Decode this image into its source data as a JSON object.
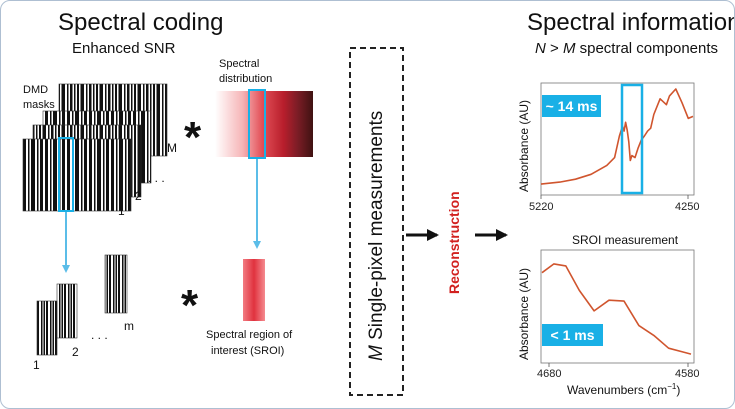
{
  "left": {
    "title": "Spectral coding",
    "subtitle": "Enhanced SNR",
    "dmd_label_line1": "DMD",
    "dmd_label_line2": "masks",
    "mask_index_1": "1",
    "mask_index_2": "2",
    "mask_index_M": "M",
    "sub_index_1": "1",
    "sub_index_2": "2",
    "sub_index_m": "m",
    "dots": ". . .",
    "spectral_dist_line1": "Spectral",
    "spectral_dist_line2": "distribution",
    "sroi_line1": "Spectral region of",
    "sroi_line2": "interest (SROI)",
    "operator": "*"
  },
  "middle": {
    "measure_var": "M",
    "measure_text": " Single-pixel measurements",
    "reconstruction": "Reconstruction"
  },
  "right": {
    "title": "Spectral information",
    "subtitle_n": "N",
    "subtitle_gt": " > ",
    "subtitle_m": "M",
    "subtitle_rest": " spectral components",
    "sroi_measurement": "SROI measurement",
    "wavenumbers_label": "Wavenumbers (cm",
    "wavenumbers_exp": "−1",
    "wavenumbers_close": ")"
  },
  "colors": {
    "accent_blue": "#19b0e6",
    "arrow_blue": "#5bbde8",
    "reconstruction_red": "#d2211f",
    "curve": "#d0552e"
  },
  "chart_data": [
    {
      "type": "line",
      "ylabel": "Absorbance (AU)",
      "badge": "~ 14 ms",
      "x_ticks": [
        "5220",
        "4250"
      ],
      "xlim": [
        5220,
        4250
      ],
      "series": [
        {
          "x": [
            5220,
            5100,
            5000,
            4900,
            4800,
            4750,
            4720,
            4700,
            4690,
            4680,
            4670,
            4660,
            4650,
            4640,
            4620,
            4600,
            4580,
            4560,
            4540,
            4520,
            4500,
            4460,
            4420,
            4400,
            4360,
            4320,
            4280,
            4250
          ],
          "y": [
            0.03,
            0.05,
            0.08,
            0.13,
            0.22,
            0.3,
            0.52,
            0.62,
            0.57,
            0.66,
            0.58,
            0.46,
            0.27,
            0.32,
            0.3,
            0.4,
            0.48,
            0.52,
            0.57,
            0.6,
            0.74,
            0.9,
            0.84,
            0.93,
            1.0,
            0.86,
            0.7,
            0.72
          ]
        }
      ]
    },
    {
      "type": "line",
      "ylabel": "Absorbance (AU)",
      "badge": "< 1 ms",
      "x_ticks": [
        "4680",
        "4580"
      ],
      "xlim": [
        4680,
        4580
      ],
      "series": [
        {
          "x": [
            4680,
            4672,
            4664,
            4655,
            4645,
            4635,
            4625,
            4615,
            4605,
            4595,
            4585,
            4580
          ],
          "y": [
            0.86,
            0.95,
            0.93,
            0.68,
            0.47,
            0.58,
            0.57,
            0.32,
            0.22,
            0.09,
            0.05,
            0.03
          ]
        }
      ]
    }
  ]
}
